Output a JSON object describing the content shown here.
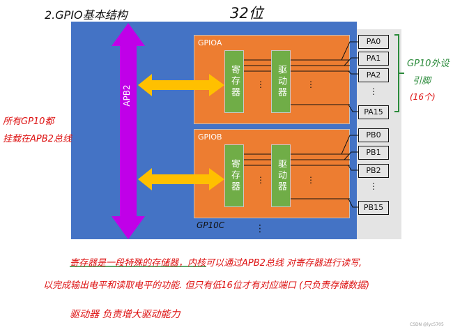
{
  "header": {
    "title": "2.GPIO基本结构",
    "bits": "32位"
  },
  "bus": {
    "label": "APB2"
  },
  "gpio_a": {
    "label": "GPIOA",
    "register": "寄存器",
    "driver": "驱动器",
    "pins": [
      "PA0",
      "PA1",
      "PA2",
      "⋮",
      "PA15"
    ]
  },
  "gpio_b": {
    "label": "GPIOB",
    "register": "寄存器",
    "driver": "驱动器",
    "pins": [
      "PB0",
      "PB1",
      "PB2",
      "⋮",
      "PB15"
    ]
  },
  "more_ports": {
    "label": "GP10C",
    "dots": "⋮"
  },
  "annotations": {
    "pins_note_1": "GP10外设",
    "pins_note_2": "引脚",
    "pins_note_3": "(16个)",
    "left_note_1": "所有GP10都",
    "left_note_2": "挂载在APB2总线",
    "register_note_1": "寄存器是一段特殊的存储器，内核可以通过APB2总线 对寄存器进行读写,",
    "register_note_2": "以完成输出电平和读取电平的功能. 但只有低16位才有对应端口 (只负责存储数据)",
    "driver_note": "驱动器 负责增大驱动能力"
  },
  "watermark": "CSDN @lyc5705",
  "colors": {
    "chip": "#4473c5",
    "port": "#ed7d31",
    "block": "#70ad47",
    "arrow": "#ffc000",
    "bus": "#c000e8",
    "note_red": "#dd1111",
    "note_green": "#2a8a3a"
  }
}
